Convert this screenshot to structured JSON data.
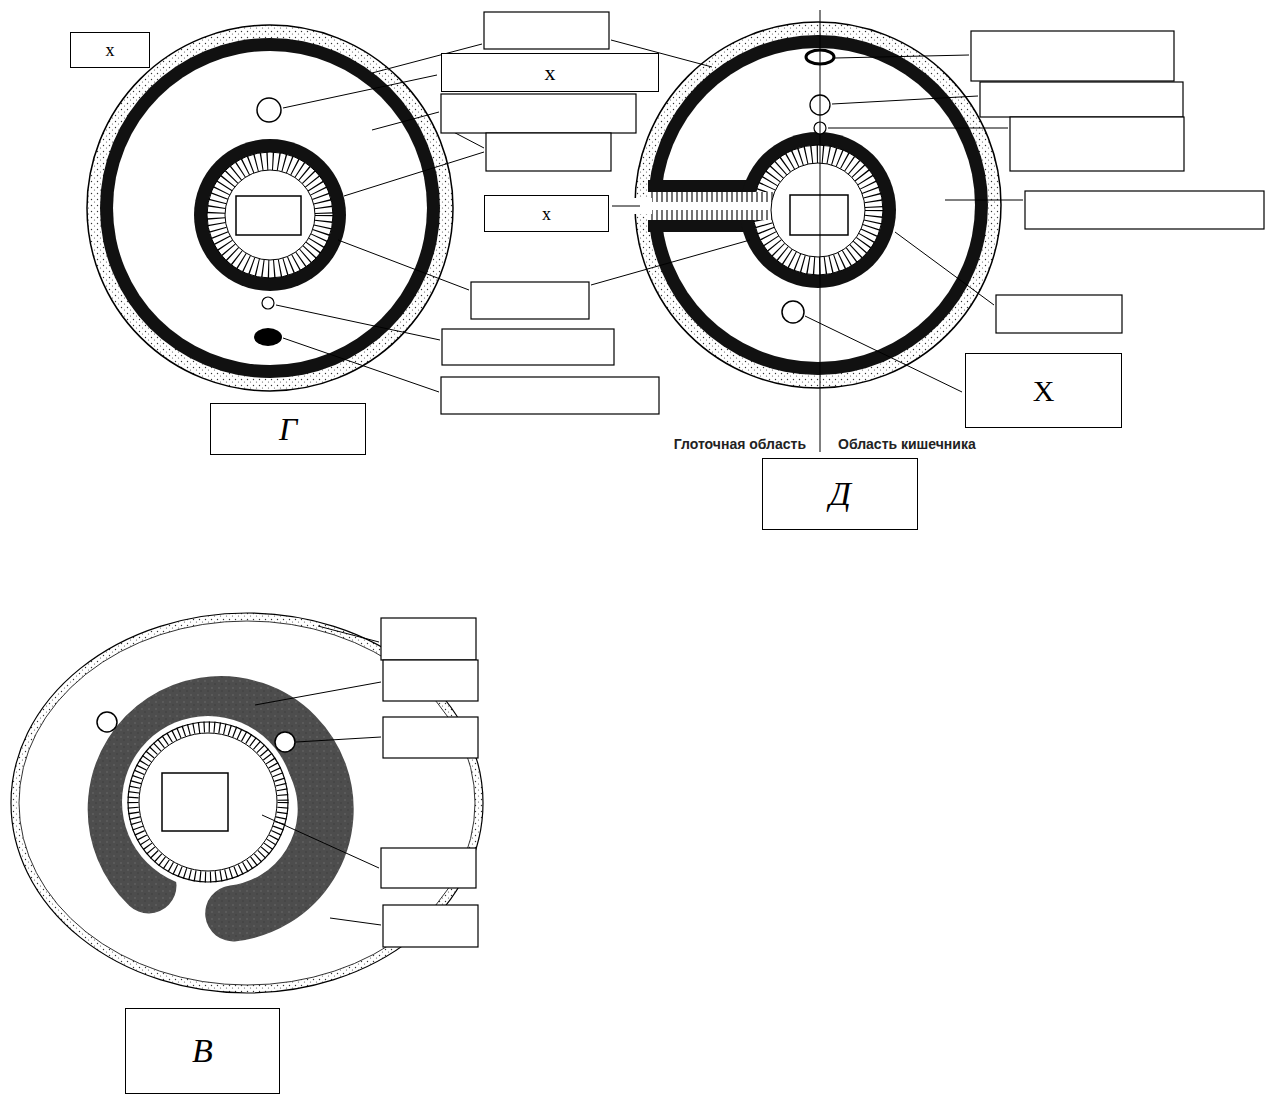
{
  "diagram": {
    "nodes": [
      {
        "text": [
          "x"
        ]
      },
      {
        "text": [
          "x"
        ]
      },
      {
        "text": [
          "x"
        ]
      },
      {
        "text": [
          "X"
        ]
      },
      {
        "text": [
          "Г"
        ]
      },
      {
        "text": [
          "Д"
        ]
      },
      {
        "text": [
          "В"
        ]
      }
    ],
    "labels": [
      "Глоточная область",
      "Область кишечника"
    ]
  }
}
